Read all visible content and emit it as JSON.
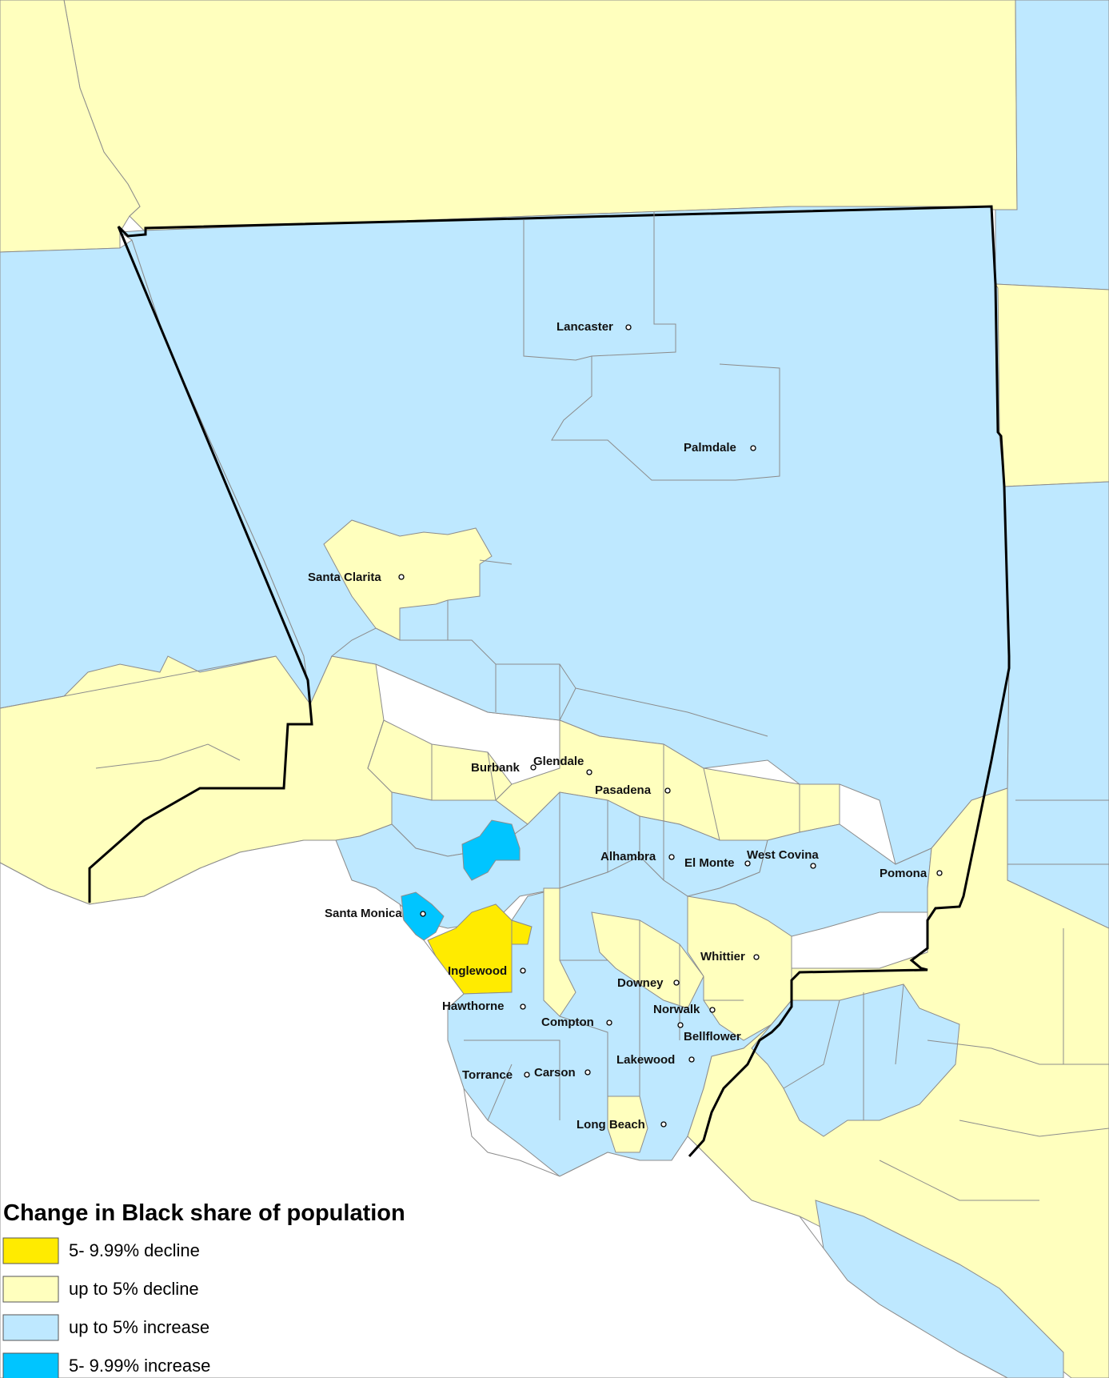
{
  "colors": {
    "decline_5_10": "#FFEB00",
    "decline_up_to_5": "#FFFFBE",
    "increase_up_to_5": "#BEE8FF",
    "increase_5_10": "#00C5FF",
    "ocean": "#FFFFFF",
    "boundary": "#000000",
    "district_line": "#8C8C8C"
  },
  "cities": [
    {
      "name": "Lancaster"
    },
    {
      "name": "Palmdale"
    },
    {
      "name": "Santa Clarita"
    },
    {
      "name": "Burbank"
    },
    {
      "name": "Glendale"
    },
    {
      "name": "Pasadena"
    },
    {
      "name": "Alhambra"
    },
    {
      "name": "El Monte"
    },
    {
      "name": "West Covina"
    },
    {
      "name": "Pomona"
    },
    {
      "name": "Santa Monica"
    },
    {
      "name": "Whittier"
    },
    {
      "name": "Inglewood"
    },
    {
      "name": "Downey"
    },
    {
      "name": "Hawthorne"
    },
    {
      "name": "Norwalk"
    },
    {
      "name": "Compton"
    },
    {
      "name": "Bellflower"
    },
    {
      "name": "Lakewood"
    },
    {
      "name": "Torrance"
    },
    {
      "name": "Carson"
    },
    {
      "name": "Long Beach"
    }
  ],
  "legend": {
    "title": "Change in Black share of population",
    "items": [
      {
        "label": "5- 9.99% decline",
        "category": "decline_5_10"
      },
      {
        "label": "up to 5% decline",
        "category": "decline_up_to_5"
      },
      {
        "label": "up to 5% increase",
        "category": "increase_up_to_5"
      },
      {
        "label": "5- 9.99% increase",
        "category": "increase_5_10"
      }
    ]
  }
}
